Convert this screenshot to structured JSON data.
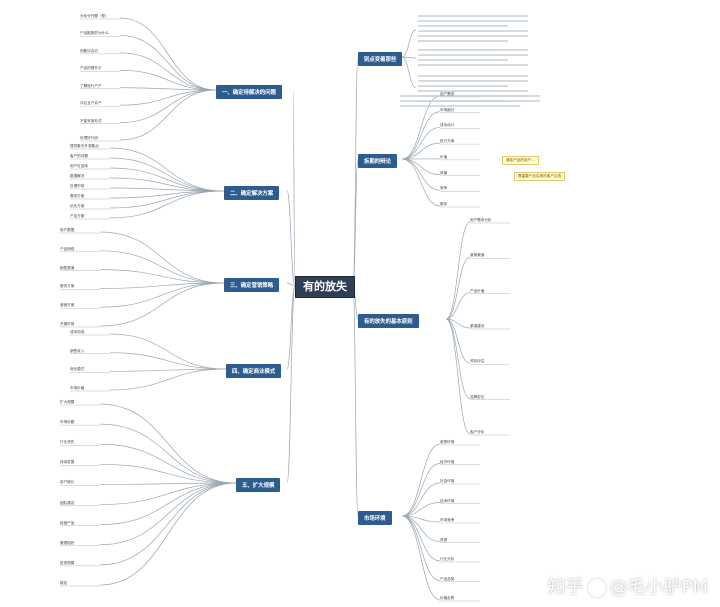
{
  "root": "有的放失",
  "topics": {
    "r1": "别点变着那些",
    "r2": "拆期的辩论",
    "r3": "有的放失的基本原则",
    "r4": "市场环境",
    "l1": "一、确定待解决的问题",
    "l2": "二、确定解决方案",
    "l3": "三、确定营销策略",
    "l4": "四、确定商业模式",
    "l5": "五、扩大规模"
  },
  "highlights": [
    "通变产品的用户...",
    "需重要产品实现的客户文档"
  ],
  "leaves": {
    "l1": [
      "为你分开题（型）",
      "产品推新的为什么",
      "判断评合约",
      "产品的理开示",
      "了解现行户产",
      "评论互户并产",
      "不能采用形式",
      "处理好代码"
    ],
    "l2": [
      "提供集中外观集点",
      "客户的问题",
      "用户在品味",
      "数据解决",
      "处理市场",
      "需求方案",
      "优化方案",
      "产品方案"
    ],
    "l3": [
      "用户数据",
      "产品网络",
      "销售渠道",
      "服务方案",
      "营销方案",
      "开展市场"
    ],
    "l4": [
      "成本构成",
      "销售收入",
      "商业模式",
      "市场价格"
    ],
    "l5": [
      "扩大规模",
      "市场份额",
      "行业领先",
      "持续发展",
      "用户增长",
      "团队建设",
      "经营产品",
      "管理组织",
      "投资规模",
      "稳定"
    ],
    "r2": [
      "用户需求",
      "市场细分",
      "成功设计",
      "执行方案",
      "价值",
      "风格",
      "竞争",
      "服务"
    ],
    "r3": [
      "用户需求分析",
      "营销渠道",
      "产品价值",
      "渠道建设",
      "风险评估",
      "品牌定位",
      "客户分析"
    ],
    "r4": [
      "政策环境",
      "经济环境",
      "社会环境",
      "技术环境",
      "市场竞争",
      "资源",
      "行业分析",
      "产品品类",
      "价格走势"
    ]
  },
  "watermark": {
    "site": "知乎",
    "author": "@毛小驴PM"
  }
}
